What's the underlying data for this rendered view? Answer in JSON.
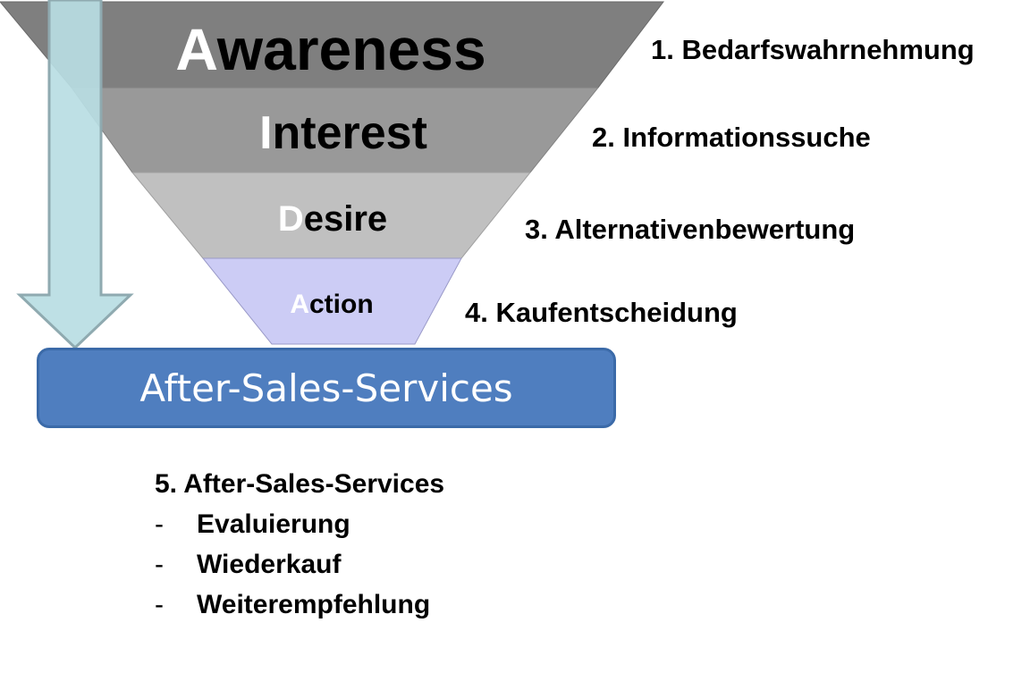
{
  "funnel": {
    "stages": [
      {
        "initial": "A",
        "rest": "wareness",
        "color": "#7f7f7f"
      },
      {
        "initial": "I",
        "rest": "nterest",
        "color": "#999999"
      },
      {
        "initial": "D",
        "rest": "esire",
        "color": "#c0c0c0"
      },
      {
        "initial": "A",
        "rest": "ction",
        "color": "#ccccf5"
      }
    ],
    "stage_descriptions": [
      "1. Bedarfswahrnehmung",
      "2. Informationssuche",
      "3. Alternativenbewertung",
      "4. Kaufentscheidung"
    ]
  },
  "arrow": {
    "direction": "down",
    "fill": "#b8dde3",
    "stroke": "#8faab0"
  },
  "after_sales_box": {
    "label": "After-Sales-Services",
    "color": "#4f7ebf"
  },
  "after_sales_section": {
    "heading": "5. After-Sales-Services",
    "items": [
      {
        "dash": "-",
        "text": "Evaluierung"
      },
      {
        "dash": "-",
        "text": "Wiederkauf"
      },
      {
        "dash": "-",
        "text": "Weiterempfehlung"
      }
    ]
  }
}
